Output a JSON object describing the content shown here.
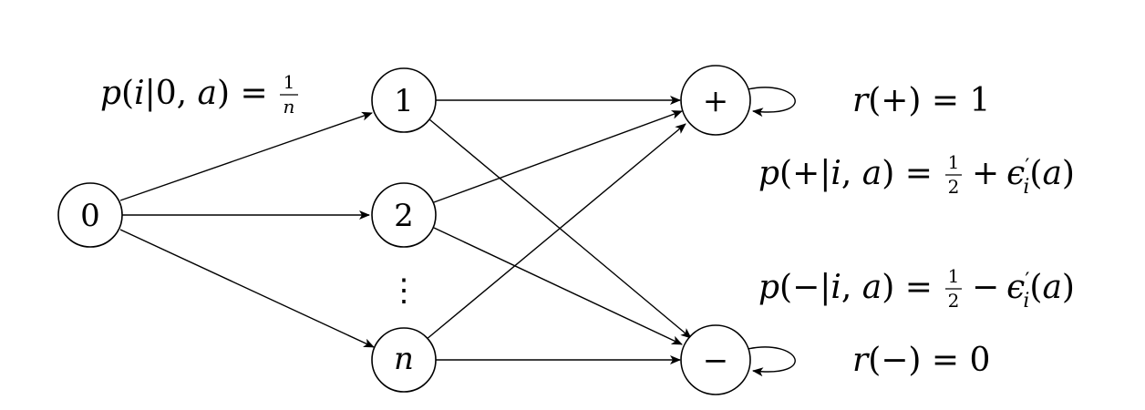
{
  "nodes": {
    "start": "0",
    "n1": "1",
    "n2": "2",
    "nn": "n",
    "plus": "+",
    "minus": "−"
  },
  "vdots": "⋮",
  "labels": {
    "transition": {
      "lhs_p": "p",
      "lhs_open": "(",
      "lhs_i": "i",
      "lhs_rest": "|0, ",
      "lhs_a": "a",
      "lhs_close": ") =",
      "num": "1",
      "den": "n"
    },
    "reward_plus": {
      "r": "r",
      "rest": "(+) = 1"
    },
    "p_plus": {
      "p": "p",
      "mid1": "(+|",
      "i": "i",
      "comma": ", ",
      "a": "a",
      "close": ") =",
      "num": "1",
      "den": "2",
      "op": "+",
      "eps": "ϵ",
      "prime": "′",
      "sub": "i",
      "open2": "(",
      "a2": "a",
      "close2": ")"
    },
    "p_minus": {
      "p": "p",
      "mid1": "(−|",
      "i": "i",
      "comma": ", ",
      "a": "a",
      "close": ") =",
      "num": "1",
      "den": "2",
      "op": "−",
      "eps": "ϵ",
      "prime": "′",
      "sub": "i",
      "open2": "(",
      "a2": "a",
      "close2": ")"
    },
    "reward_minus": {
      "r": "r",
      "rest": "(−) = 0"
    }
  }
}
